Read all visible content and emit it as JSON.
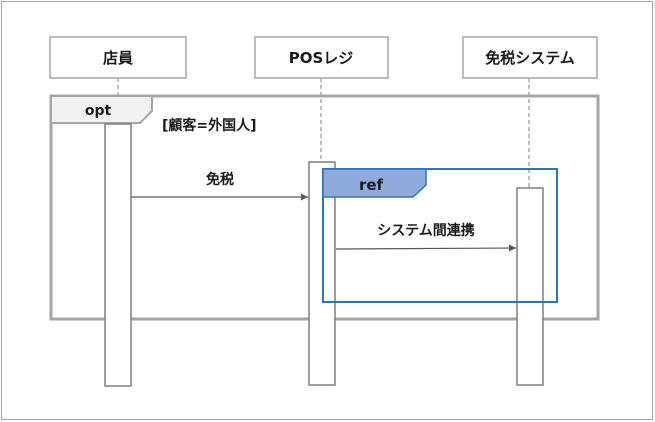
{
  "participants": [
    {
      "name": "店員"
    },
    {
      "name": "POSレジ"
    },
    {
      "name": "免税システム"
    }
  ],
  "fragments": {
    "opt": {
      "operator": "opt",
      "guard": "[顧客=外国人]"
    },
    "ref": {
      "operator": "ref"
    }
  },
  "messages": [
    {
      "label": "免税",
      "from": "店員",
      "to": "POSレジ"
    },
    {
      "label": "システム間連携",
      "from": "POSレジ",
      "to": "免税システム"
    }
  ],
  "colors": {
    "border": "#a6a6a6",
    "opt_tab_fill": "#f2f2f2",
    "ref_frame": "#2e75b6",
    "ref_tab_fill": "#8faadc",
    "arrow": "#595959"
  }
}
